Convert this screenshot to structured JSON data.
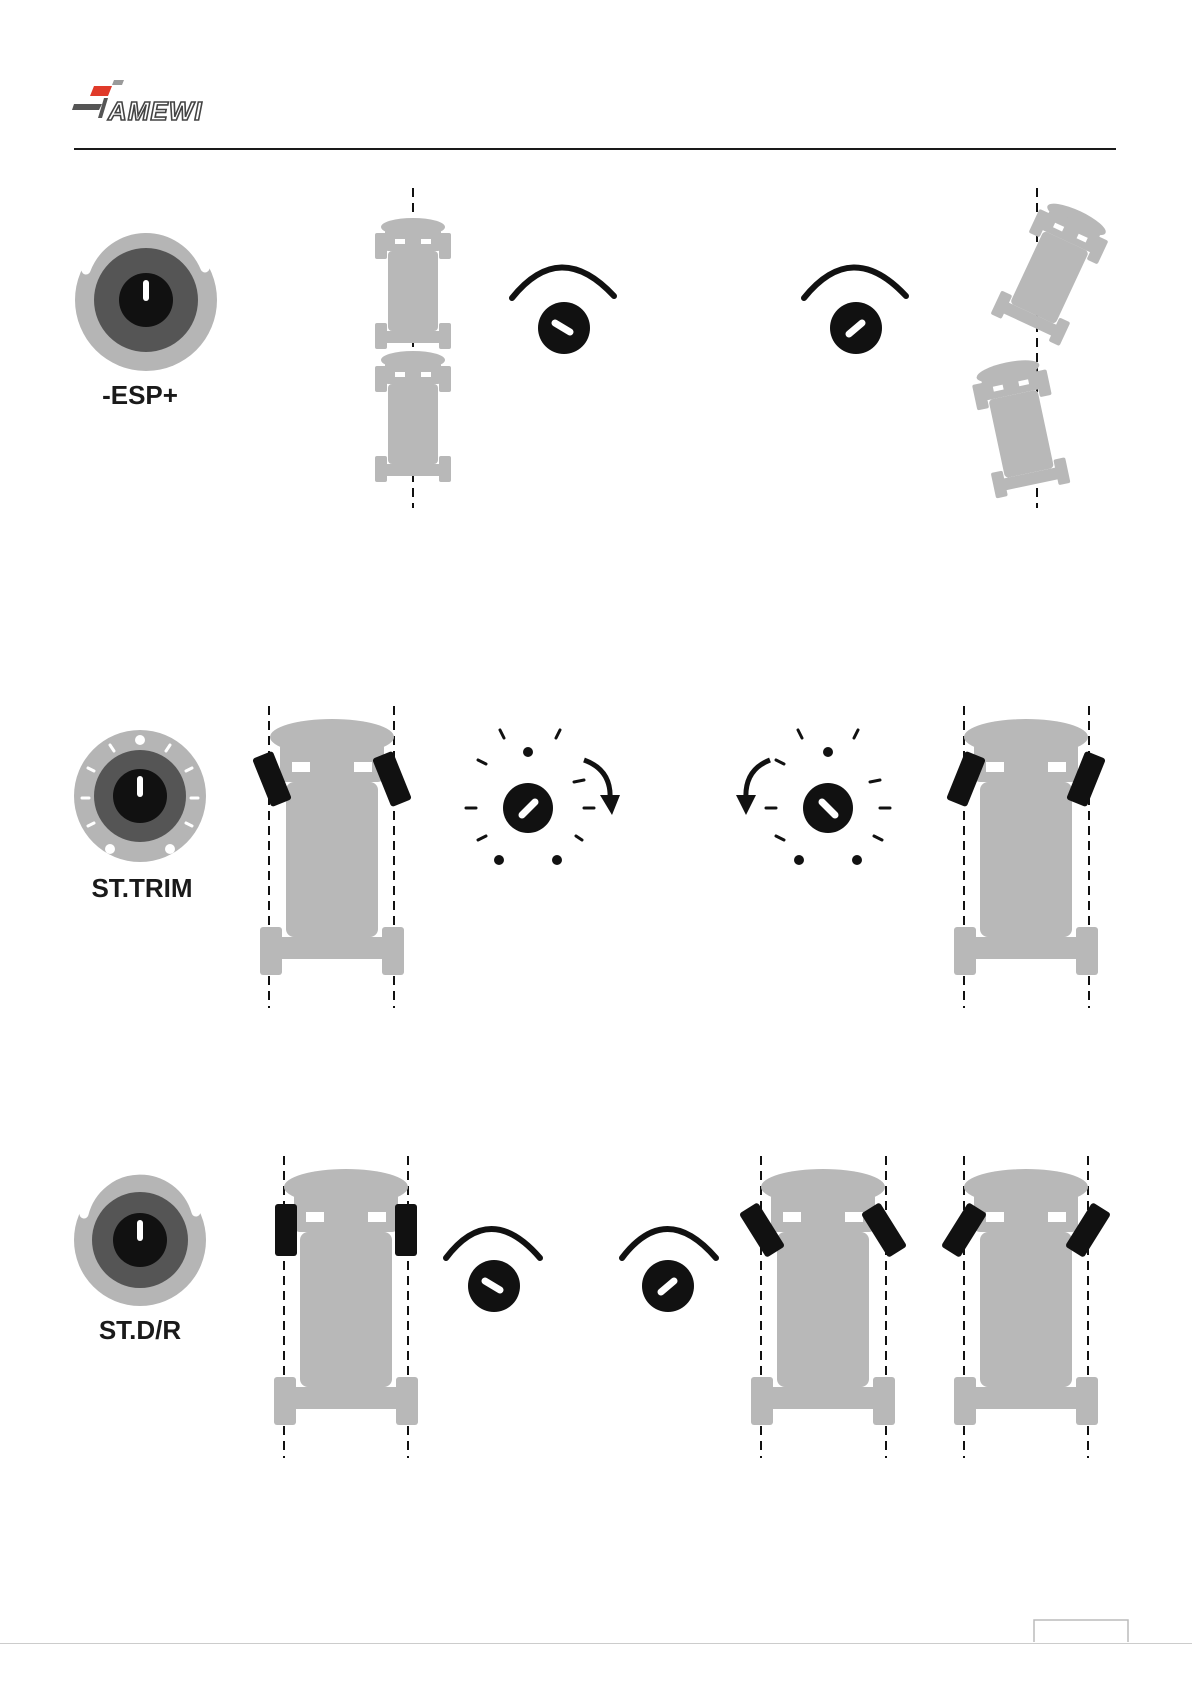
{
  "header": {
    "brand": "AMEWI"
  },
  "sections": [
    {
      "id": "esp",
      "label": "-ESP+"
    },
    {
      "id": "st-trim",
      "label": "ST.TRIM"
    },
    {
      "id": "st-dr",
      "label": "ST.D/R"
    }
  ],
  "colors": {
    "car_body": "#b8b8b8",
    "knob_dark": "#555555",
    "knob_ring": "#b5b5b5",
    "ink": "#111111",
    "brand_red": "#e03a2a"
  }
}
